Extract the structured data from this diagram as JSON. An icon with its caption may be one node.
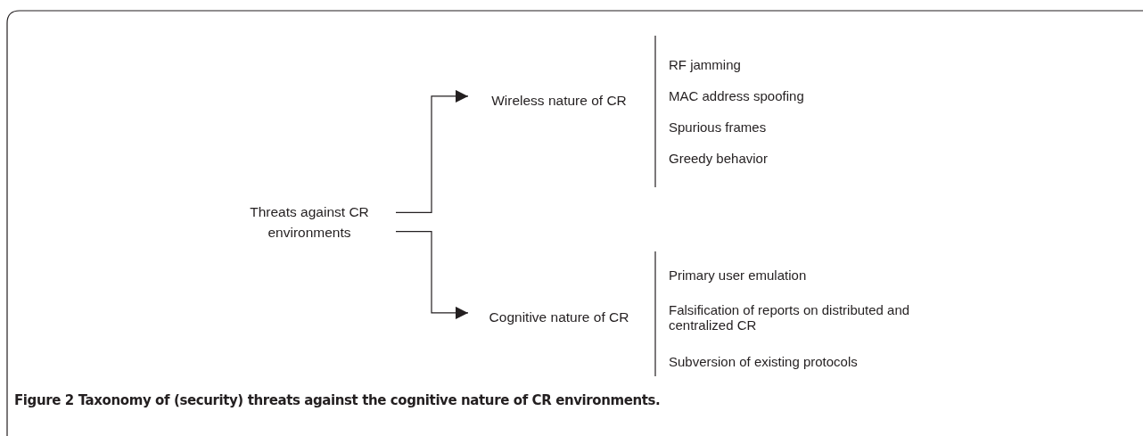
{
  "diagram": {
    "caption": "**Figure 2** Taxonomy of (security) threats against the cognitive nature of CR environments.",
    "nodes": [
      {
        "text": [
          "Threats against CR environments"
        ]
      },
      {
        "text": [
          "Wireless nature of CR"
        ]
      },
      {
        "text": [
          "Cognitive nature of CR"
        ]
      }
    ],
    "edges": [
      {
        "from": 0,
        "to": 1,
        "arrow": "to"
      },
      {
        "from": 0,
        "to": 2,
        "arrow": "to"
      }
    ],
    "labels": [
      "RF jamming",
      "MAC address spoofing",
      "Spurious frames",
      "Greedy behavior",
      "Primary user emulation",
      "Falsification of reports on distributed and centralized CR",
      "Subversion of existing protocols"
    ]
  }
}
